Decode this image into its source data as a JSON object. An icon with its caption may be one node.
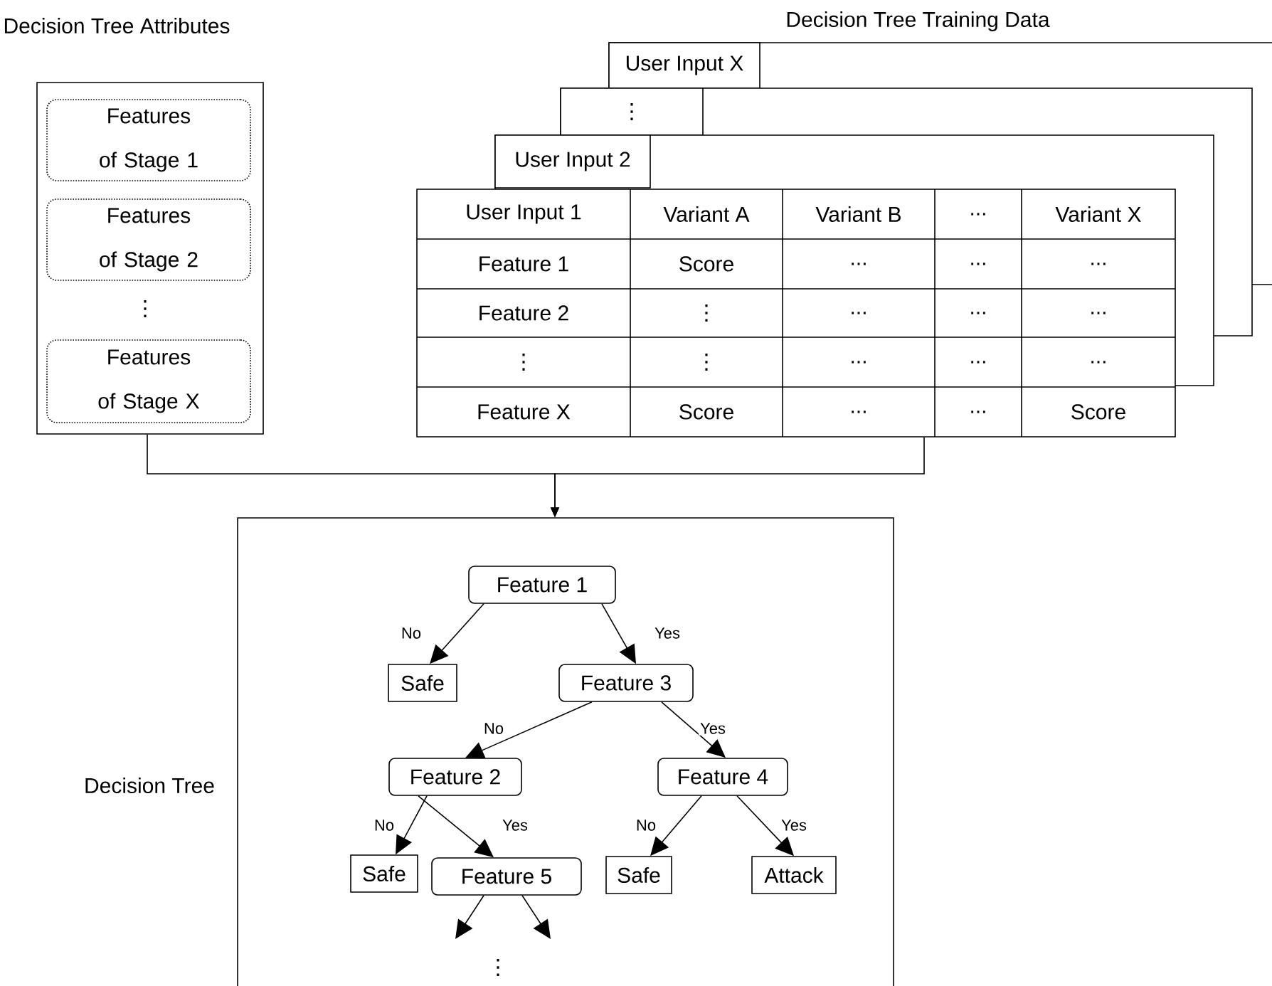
{
  "diagram": {
    "nodes": [
      {
        "text": [
          "Decision Tree Attributes"
        ]
      },
      {
        "text": [
          "Features of Stage 1"
        ],
        "in": 0
      },
      {
        "text": [
          "Features of Stage 2"
        ],
        "in": 0
      },
      {
        "text": [
          "Features of Stage X"
        ],
        "in": 0
      },
      {
        "text": [
          "User Input X"
        ]
      },
      {
        "text": [
          "⋮"
        ]
      },
      {
        "text": [
          "User Input 2"
        ]
      },
      {
        "text": [],
        "shape": "box"
      },
      {
        "text": [
          "Decision Tree"
        ]
      },
      {
        "text": [
          "Feature 1"
        ],
        "in": 8
      },
      {
        "text": [
          "Safe"
        ],
        "in": 8
      },
      {
        "text": [
          "Feature 3"
        ],
        "in": 8
      },
      {
        "text": [
          "Feature 2"
        ],
        "in": 8
      },
      {
        "text": [
          "Feature 4"
        ],
        "in": 8
      },
      {
        "text": [
          "Safe"
        ],
        "in": 8
      },
      {
        "text": [
          "Feature 5"
        ],
        "in": 8
      },
      {
        "text": [
          "Safe"
        ],
        "in": 8
      },
      {
        "text": [
          "Attack"
        ],
        "in": 8
      }
    ],
    "edges": [
      {
        "from": 0,
        "to": 8,
        "arrow": "to"
      },
      {
        "from": 7,
        "to": 8,
        "arrow": "to"
      },
      {
        "from": 9,
        "to": 10,
        "arrow": "to",
        "label": "No"
      },
      {
        "from": 9,
        "to": 11,
        "arrow": "to",
        "label": "Yes"
      },
      {
        "from": 11,
        "to": 12,
        "arrow": "to",
        "label": "No"
      },
      {
        "from": 11,
        "to": 13,
        "arrow": "to",
        "label": "Yes"
      },
      {
        "from": 12,
        "to": 14,
        "arrow": "to",
        "label": "No"
      },
      {
        "from": 12,
        "to": 15,
        "arrow": "to",
        "label": "Yes"
      },
      {
        "from": 13,
        "to": 16,
        "arrow": "to",
        "label": "No"
      },
      {
        "from": 13,
        "to": 17,
        "arrow": "to",
        "label": "Yes"
      },
      {
        "from": 15,
        "to": null,
        "arrow": "to"
      },
      {
        "from": 15,
        "to": null,
        "arrow": "to"
      }
    ],
    "labels": [
      "Decision Tree Training Data",
      "⋮",
      "User Input 1",
      "Variant A",
      "Variant B",
      "...",
      "Variant X",
      "Feature 1",
      "Score",
      "...",
      "...",
      "...",
      "Feature 2",
      "⋮",
      "...",
      "...",
      "...",
      "⋮",
      "⋮",
      "...",
      "...",
      "...",
      "Feature X",
      "Score",
      "...",
      "...",
      "Score",
      "⋮"
    ]
  }
}
